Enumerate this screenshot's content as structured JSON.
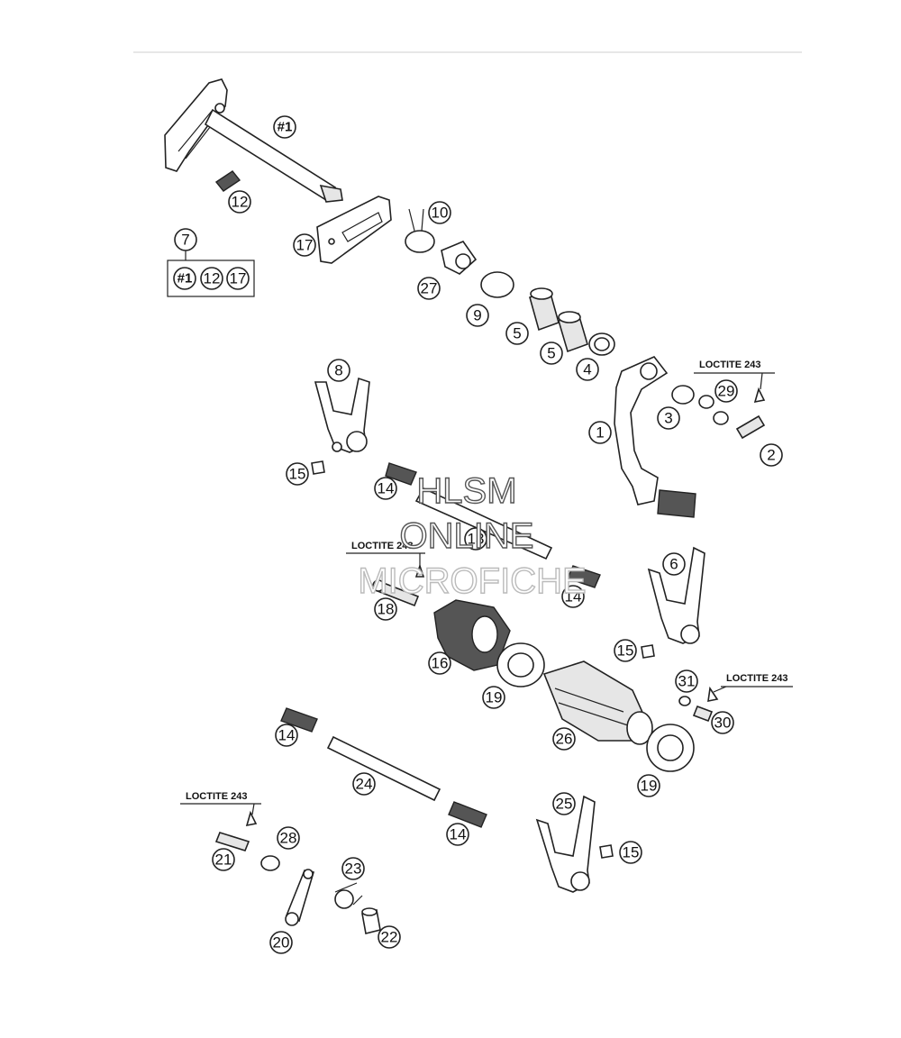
{
  "callouts": {
    "c_1a": "#1",
    "c_12a": "12",
    "c_10": "10",
    "c_17a": "17",
    "c_7": "7",
    "c_1b": "#1",
    "c_12b": "12",
    "c_17b": "17",
    "c_27": "27",
    "c_9": "9",
    "c_5a": "5",
    "c_5b": "5",
    "c_4": "4",
    "c_8": "8",
    "c_29": "29",
    "c_3": "3",
    "c_1": "1",
    "c_2": "2",
    "c_15a": "15",
    "c_14a": "14",
    "c_13": "13",
    "c_18": "18",
    "c_14b": "14",
    "c_6": "6",
    "c_15b": "15",
    "c_16": "16",
    "c_19a": "19",
    "c_26": "26",
    "c_31": "31",
    "c_30": "30",
    "c_19b": "19",
    "c_14c": "14",
    "c_24": "24",
    "c_25": "25",
    "c_15c": "15",
    "c_14d": "14",
    "c_28": "28",
    "c_21": "21",
    "c_23": "23",
    "c_20": "20",
    "c_22": "22"
  },
  "loctite": {
    "l1": "LOCTITE 243",
    "l2": "LOCTITE 243",
    "l3": "LOCTITE 243",
    "l4": "LOCTITE 243"
  },
  "watermark": {
    "line1": "HLSM",
    "line2": "ONLINE",
    "line3": "MICROFICHE"
  }
}
